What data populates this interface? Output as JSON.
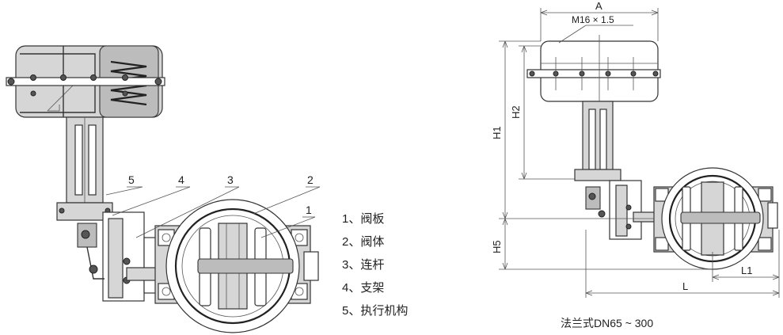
{
  "legend": [
    {
      "num": "1",
      "label": "阀板"
    },
    {
      "num": "2",
      "label": "阀体"
    },
    {
      "num": "3",
      "label": "连杆"
    },
    {
      "num": "4",
      "label": "支架"
    },
    {
      "num": "5",
      "label": "执行机构"
    }
  ],
  "callouts": [
    "1",
    "2",
    "3",
    "4",
    "5"
  ],
  "dimensions": {
    "a": "A",
    "thread": "M16 × 1.5",
    "h1": "H1",
    "h2": "H2",
    "h5": "H5",
    "l": "L",
    "l1": "L1"
  },
  "caption": "法兰式DN65 ~ 300"
}
